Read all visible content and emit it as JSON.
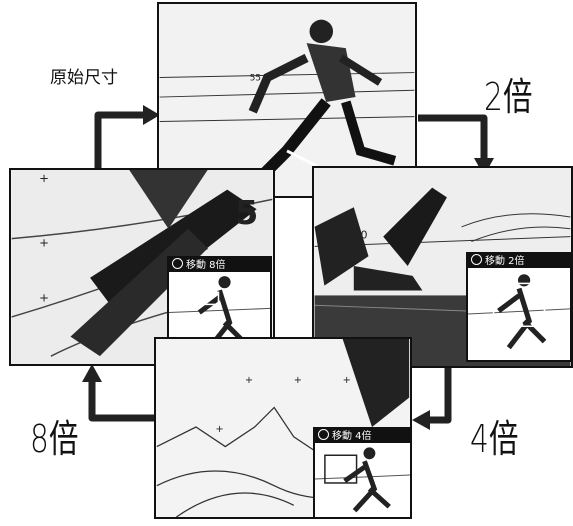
{
  "labels": {
    "original": "原始尺寸",
    "zoom2": "2倍",
    "zoom4": "4倍",
    "zoom8": "8倍"
  },
  "insets": {
    "zoom2": "移動 2倍",
    "zoom4": "移動 4倍",
    "zoom8": "移動 8倍"
  },
  "photo_text": {
    "bib_top": "55",
    "bib_right": "10",
    "bib_left": "5"
  }
}
